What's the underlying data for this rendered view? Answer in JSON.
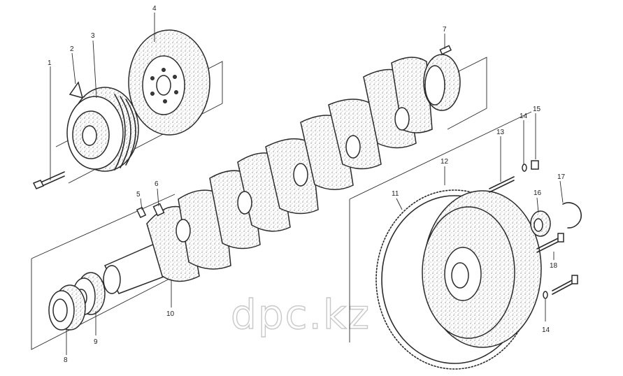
{
  "callouts": [
    {
      "id": "1",
      "label": "1"
    },
    {
      "id": "2",
      "label": "2"
    },
    {
      "id": "3",
      "label": "3"
    },
    {
      "id": "4",
      "label": "4"
    },
    {
      "id": "5",
      "label": "5"
    },
    {
      "id": "6",
      "label": "6"
    },
    {
      "id": "7",
      "label": "7"
    },
    {
      "id": "8",
      "label": "8"
    },
    {
      "id": "9",
      "label": "9"
    },
    {
      "id": "10",
      "label": "10"
    },
    {
      "id": "11",
      "label": "11"
    },
    {
      "id": "12",
      "label": "12"
    },
    {
      "id": "13",
      "label": "13"
    },
    {
      "id": "14a",
      "label": "14"
    },
    {
      "id": "14b",
      "label": "14"
    },
    {
      "id": "15",
      "label": "15"
    },
    {
      "id": "16",
      "label": "16"
    },
    {
      "id": "17",
      "label": "17"
    },
    {
      "id": "18",
      "label": "18"
    }
  ],
  "watermark": "dpc.kz"
}
